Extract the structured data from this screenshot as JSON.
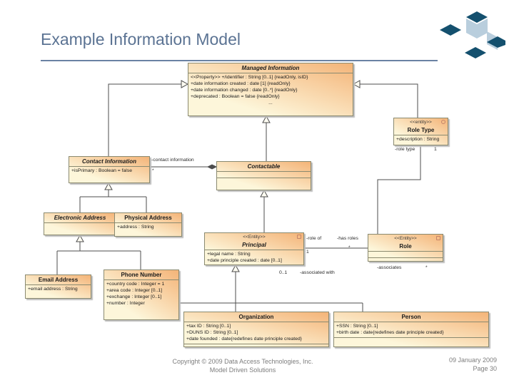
{
  "slide": {
    "title": "Example Information Model",
    "footer": {
      "copyright_line1": "Copyright © 2009 Data Access Technologies, Inc.",
      "copyright_line2": "Model Driven Solutions",
      "date": "09 January 2009",
      "page": "Page 30"
    }
  },
  "colors": {
    "title_text": "#5b7393",
    "box_fill_light": "#fdf6da",
    "box_fill_orange": "#f4b478",
    "box_border": "#8a8a70",
    "connector": "#4d4d4d",
    "logo_dark": "#14506e",
    "logo_light": "#b9cedd"
  },
  "diagram": {
    "classes": [
      {
        "id": "managed-information",
        "title": "Managed Information",
        "italic": true,
        "attributes": [
          "<<Property>> +/identifier : String [0..1] {readOnly, isID}",
          "+date information created : date [1] {readOnly}",
          "+date information changed : date [0..*] {readOnly}",
          "+deprecated : Boolean = false {readOnly}"
        ],
        "ellipsis": "..."
      },
      {
        "id": "role-type",
        "stereotype": "<<entity>>",
        "icon": "circle",
        "title": "Role Type",
        "attributes": [
          "+description : String"
        ]
      },
      {
        "id": "contact-information",
        "title": "Contact Information",
        "italic": true,
        "attributes": [
          "+isPrimary : Boolean = false"
        ]
      },
      {
        "id": "contactable",
        "title": "Contactable",
        "italic": true,
        "attributes": [],
        "empty": 2
      },
      {
        "id": "electronic-address",
        "title": "Electronic Address",
        "italic": true,
        "attributes": [],
        "empty": 1
      },
      {
        "id": "physical-address",
        "title": "Physical Address",
        "attributes": [
          "+address : String"
        ]
      },
      {
        "id": "principal",
        "stereotype": "<<Entity>>",
        "icon": "square",
        "title": "Principal",
        "italic": true,
        "attributes": [
          "+legal name : String",
          "+date principle created : date [0..1]"
        ]
      },
      {
        "id": "email-address",
        "title": "Email Address",
        "attributes": [
          "+email address : String"
        ]
      },
      {
        "id": "phone-number",
        "title": "Phone Number",
        "attributes": [
          "+country code : Integer = 1",
          "+area code : Integer [0..1]",
          "+exchange : Integer [0..1]",
          "+number : Integer"
        ]
      },
      {
        "id": "role",
        "stereotype": "<<Entity>>",
        "icon": "square",
        "title": "Role",
        "attributes": [],
        "empty": 2
      },
      {
        "id": "organization",
        "title": "Organization",
        "attributes": [
          "+tax ID : String [0..1]",
          "+DUNS ID : String [0..1]",
          "+date founded : date{redefines date principle created}"
        ],
        "empty": 1
      },
      {
        "id": "person",
        "title": "Person",
        "attributes": [
          "+SSN : String [0..1]",
          "+birth date : date{redefines date principle created}"
        ],
        "empty": 1
      }
    ],
    "labels": [
      {
        "text": "-contact information"
      },
      {
        "text": "*"
      },
      {
        "text": "-role type"
      },
      {
        "text": "1"
      },
      {
        "text": "-role of"
      },
      {
        "text": "1"
      },
      {
        "text": "-has roles"
      },
      {
        "text": "*"
      },
      {
        "text": "0..1"
      },
      {
        "text": "-associated with"
      },
      {
        "text": "-associates"
      },
      {
        "text": "*"
      }
    ]
  }
}
